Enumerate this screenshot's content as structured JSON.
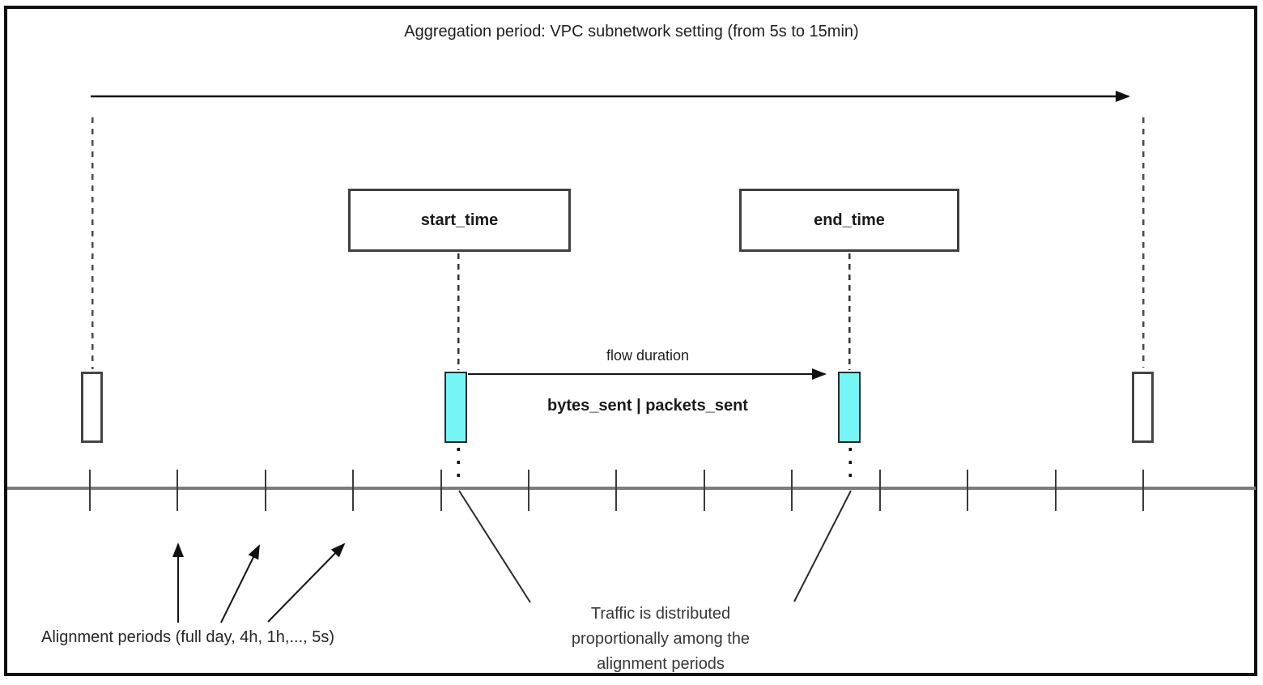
{
  "diagram": {
    "title": "Aggregation period: VPC subnetwork setting (from 5s to 15min)",
    "boxes": {
      "start_label": "start_time",
      "end_label": "end_time"
    },
    "flow": {
      "duration_label": "flow duration",
      "metrics_label": "bytes_sent | packets_sent"
    },
    "annotations": {
      "alignment_label": "Alignment periods (full day, 4h, 1h,..., 5s)",
      "traffic_lines": {
        "0": "Traffic is distributed",
        "1": "proportionally among the",
        "2": "alignment periods"
      }
    },
    "colors": {
      "flow_bar_fill": "#76f5f7",
      "timeline": "#7d7d7d",
      "line": "#1a1a1a"
    },
    "timeline": {
      "tick_xs": [
        111,
        219,
        328,
        436,
        545,
        653,
        761,
        870,
        978,
        1087,
        1195,
        1304,
        1412
      ]
    }
  }
}
